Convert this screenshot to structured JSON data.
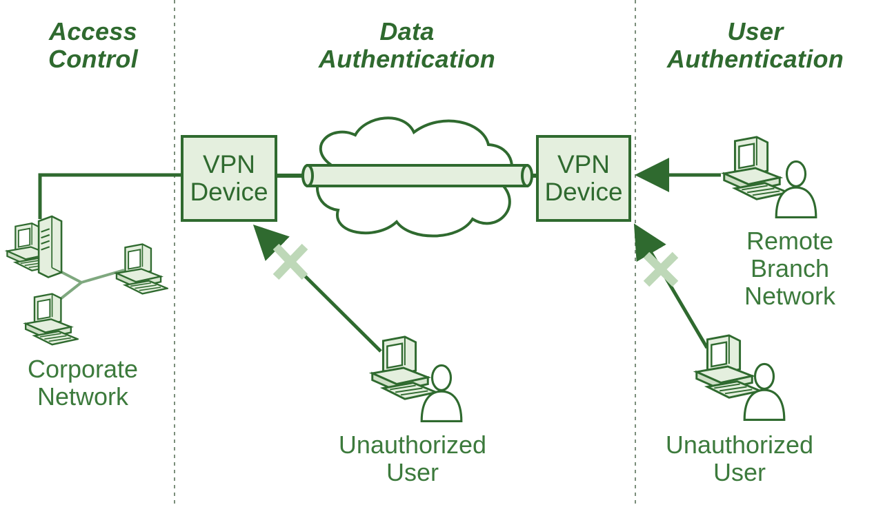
{
  "colors": {
    "ink": "#2f6a2f",
    "text": "#3c7a3c",
    "fill_light": "#e4efde",
    "cross": "#bed8b8",
    "divider": "#7a8e7a"
  },
  "sections": {
    "access_control": {
      "line1": "Access",
      "line2": "Control"
    },
    "data_authentication": {
      "line1": "Data",
      "line2": "Authentication"
    },
    "user_authentication": {
      "line1": "User",
      "line2": "Authentication"
    }
  },
  "vpn_left": {
    "line1": "VPN",
    "line2": "Device"
  },
  "vpn_right": {
    "line1": "VPN",
    "line2": "Device"
  },
  "corporate": {
    "line1": "Corporate",
    "line2": "Network"
  },
  "remote": {
    "line1": "Remote",
    "line2": "Branch",
    "line3": "Network"
  },
  "unauth_center": {
    "line1": "Unauthorized",
    "line2": "User"
  },
  "unauth_right": {
    "line1": "Unauthorized",
    "line2": "User"
  },
  "icons": [
    "cloud-icon",
    "tunnel-icon",
    "server-icon",
    "workstation-icon",
    "user-icon",
    "blocked-x-icon"
  ]
}
